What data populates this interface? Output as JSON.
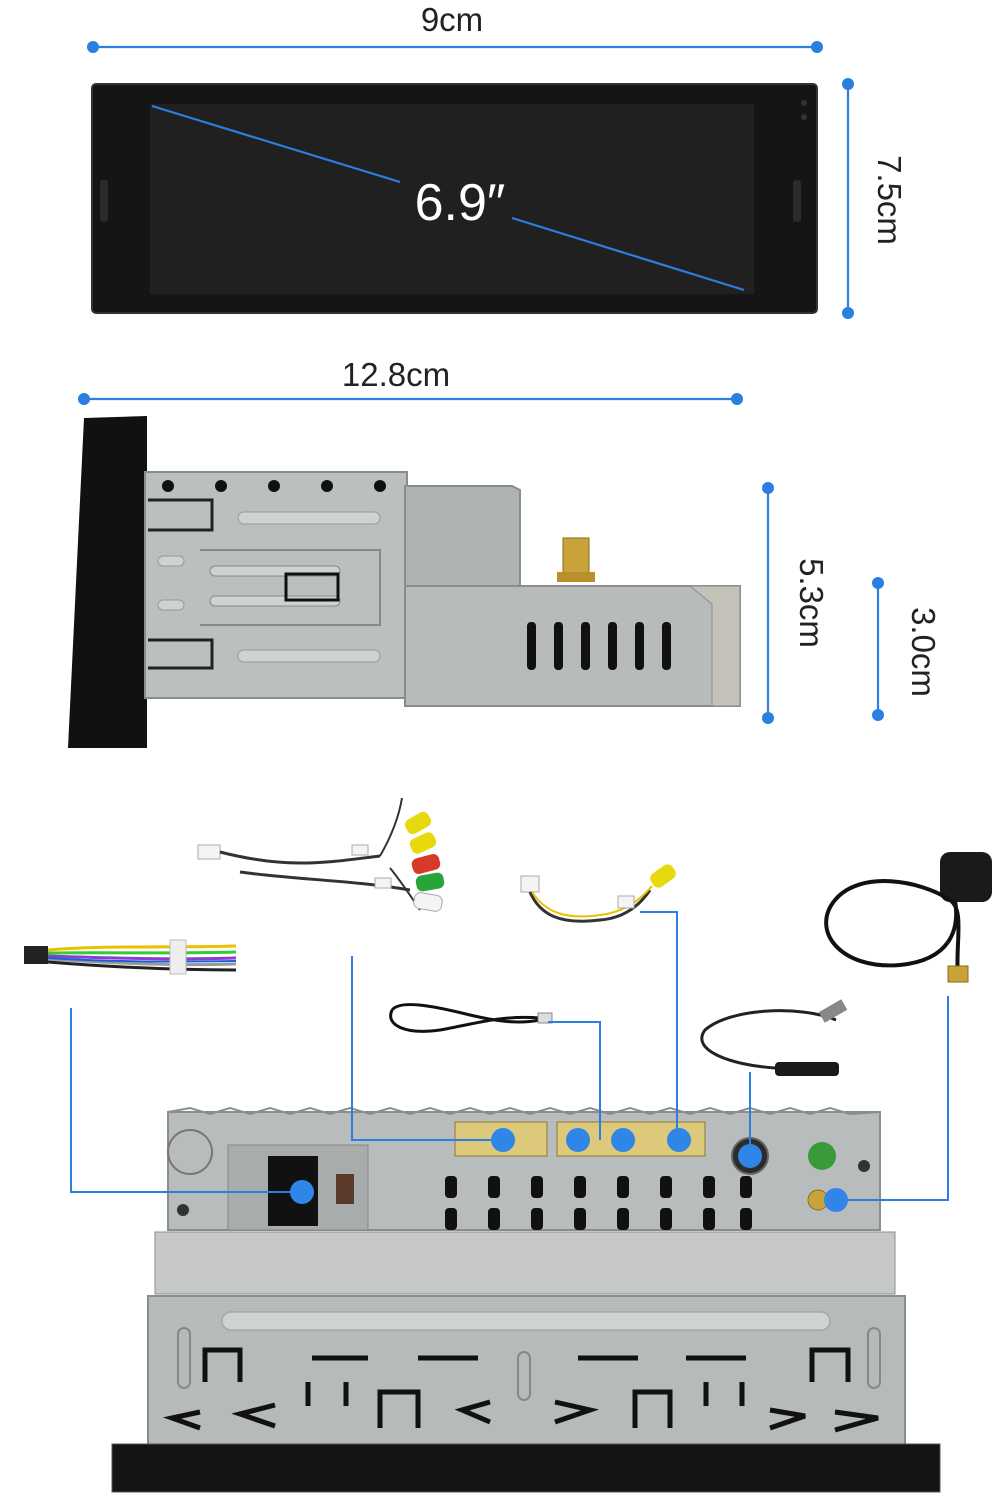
{
  "dimensions": {
    "front_width": "9cm",
    "front_height": "7.5cm",
    "screen_size": "6.9″",
    "body_depth": "12.8cm",
    "body_height": "5.3cm",
    "rear_height": "3.0cm"
  },
  "colors": {
    "accent": "#2a7fe0",
    "panel": "#1c1c1c",
    "chassis": "#b9bcbc",
    "connector": "#d9c97a"
  },
  "parts": [
    "power-harness",
    "rca-av-harness",
    "camera-harness",
    "usb-cable",
    "fm-antenna-adapter",
    "gps-antenna"
  ]
}
